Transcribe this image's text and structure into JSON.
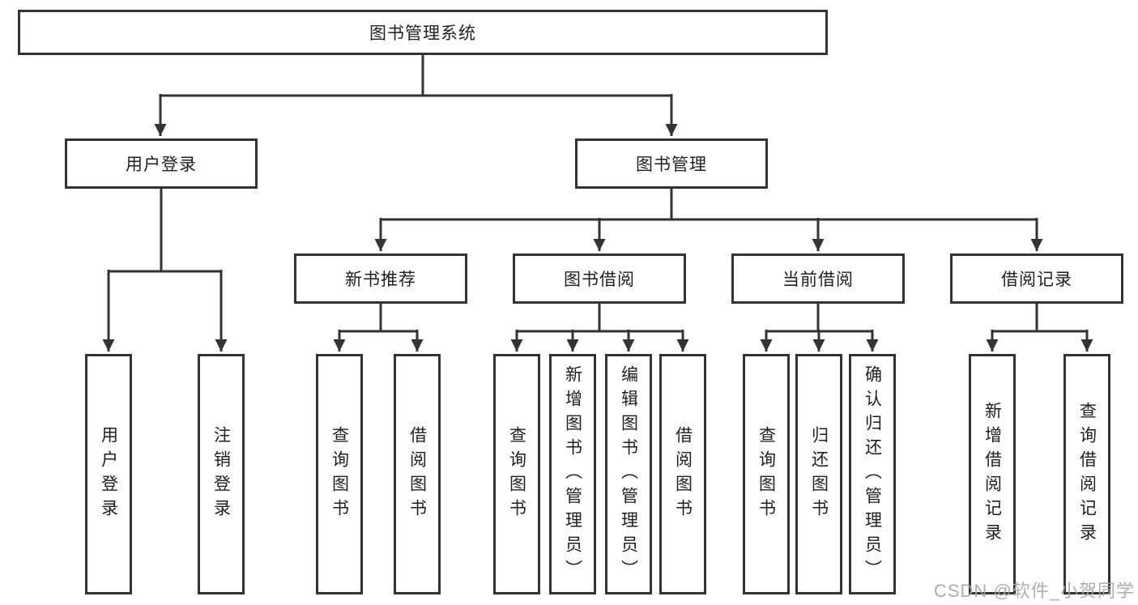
{
  "title": "图书管理系统",
  "watermark": "CSDN @软件_小贺同学",
  "colors": {
    "background": "#ffffff",
    "line": "#333333",
    "box_border": "#333333",
    "text": "#1f1f1f",
    "watermark": "#a5a5a5"
  },
  "tree": {
    "root": {
      "label": "图书管理系统"
    },
    "branches": [
      {
        "label": "用户登录",
        "children": [
          "用户登录",
          "注销登录"
        ]
      },
      {
        "label": "图书管理",
        "children": [
          {
            "label": "新书推荐",
            "children": [
              "查询图书",
              "借阅图书"
            ]
          },
          {
            "label": "图书借阅",
            "children": [
              "查询图书",
              "新增图书（管理员）",
              "编辑图书（管理员）",
              "借阅图书"
            ]
          },
          {
            "label": "当前借阅",
            "children": [
              "查询图书",
              "归还图书",
              "确认归还（管理员）"
            ]
          },
          {
            "label": "借阅记录",
            "children": [
              "新增借阅记录",
              "查询借阅记录"
            ]
          }
        ]
      }
    ]
  }
}
